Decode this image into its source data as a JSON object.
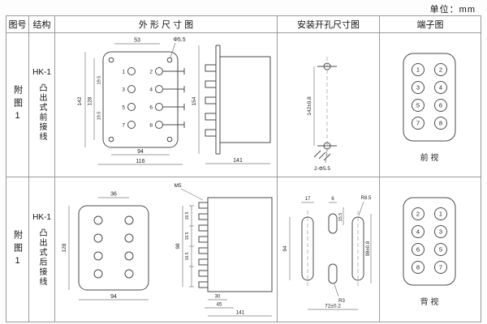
{
  "unit_label": "单位：mm",
  "headers": {
    "fig_no": "图号",
    "structure": "结构",
    "outline": "外 形 尺 寸 图",
    "mounting": "安装开孔尺寸图",
    "terminal": "端子图"
  },
  "rows": [
    {
      "fig_no": "附图1",
      "model": "HK-1",
      "structure": "凸出式前接线",
      "outline": {
        "front": {
          "dim_top": "53",
          "hole": "Φ5.5",
          "dim_h1": "142",
          "dim_h2": "128",
          "pitch1": "19.5",
          "pitch2": "19.5",
          "dim_b1": "94",
          "dim_b2": "116",
          "terminals": [
            "1",
            "2",
            "3",
            "4",
            "5",
            "6",
            "7",
            "8"
          ]
        },
        "side": {
          "dim_h": "154",
          "dim_w": "141"
        }
      },
      "mounting": {
        "dim_v": "142±0.8",
        "holes": "2-Φ5.5"
      },
      "terminal": {
        "left": [
          "1",
          "3",
          "5",
          "7"
        ],
        "right": [
          "2",
          "4",
          "6",
          "8"
        ],
        "view": "前 视"
      }
    },
    {
      "fig_no": "附图1",
      "model": "HK-1",
      "structure": "凸出式后接线",
      "outline": {
        "front": {
          "dim_top": "36",
          "dim_h": "128",
          "dim_b": "94"
        },
        "side": {
          "screw": "M5",
          "pitch": [
            "19.5",
            "19.5",
            "19.5"
          ],
          "dim_h": "98",
          "dim_b1": "30",
          "dim_b2": "45",
          "dim_w": "141"
        }
      },
      "mounting": {
        "dim_t1": "17",
        "dim_t2": "6",
        "dim_t3": "15.5",
        "r1": "R8.5",
        "dim_v1": "94",
        "dim_v2": "98±0.8",
        "r2": "R3",
        "dim_b": "72±0.2"
      },
      "terminal": {
        "left": [
          "2",
          "4",
          "6",
          "8"
        ],
        "right": [
          "1",
          "3",
          "5",
          "7"
        ],
        "view": "背 视"
      }
    }
  ]
}
